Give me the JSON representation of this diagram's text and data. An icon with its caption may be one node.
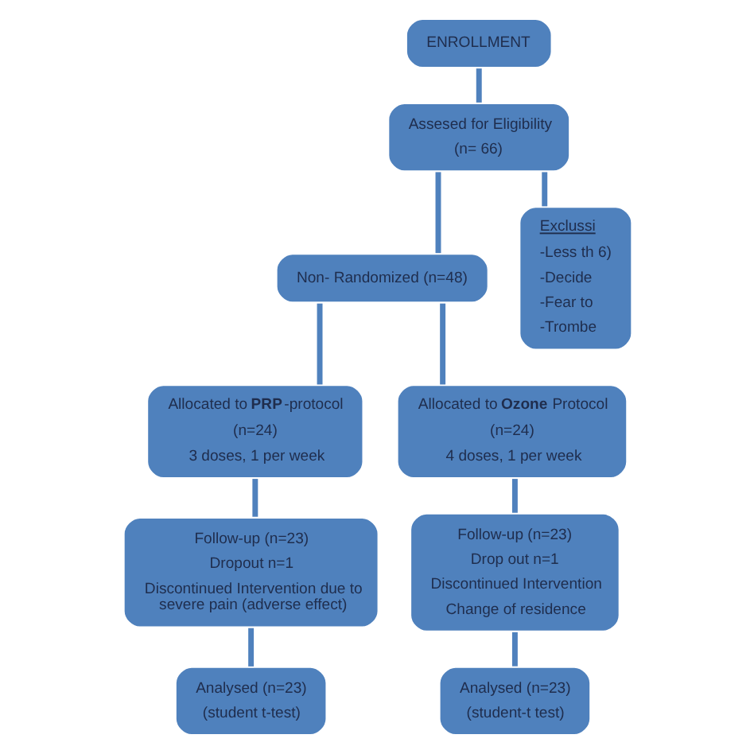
{
  "diagram": {
    "nodes": [
      {
        "text": [
          "ENROLLMENT"
        ]
      },
      {
        "text": [
          "Assesed for Eligibility",
          "(n= 66)"
        ]
      },
      {
        "text": [
          "Non- Randomized (n=48)"
        ]
      },
      {
        "text": [
          "Exclussi",
          "-Less th 6)",
          "-Decide",
          "-Fear to",
          "-Trombe"
        ]
      },
      {
        "text": [
          "Allocated to **PRP**-protocol",
          "(n=24)",
          "3 doses, 1 per week"
        ]
      },
      {
        "text": [
          "Allocated to **Ozone** Protocol",
          "(n=24)",
          "4 doses, 1 per week"
        ]
      },
      {
        "text": [
          "Follow-up (n=23)",
          "Dropout n=1",
          "Discontinued Intervention due to severe pain (adverse effect)"
        ]
      },
      {
        "text": [
          "Follow-up (n=23)",
          "Drop out n=1",
          "Discontinued Intervention",
          "Change of residence"
        ]
      },
      {
        "text": [
          "Analysed (n=23)",
          "(student t-test)"
        ]
      },
      {
        "text": [
          "Analysed (n=23)",
          "(student-t test)"
        ]
      }
    ],
    "edges": [
      {
        "from": 0,
        "to": 1,
        "arrow": "none"
      },
      {
        "from": 1,
        "to": 2,
        "arrow": "none"
      },
      {
        "from": 1,
        "to": 3,
        "arrow": "none"
      },
      {
        "from": 2,
        "to": 4,
        "arrow": "none"
      },
      {
        "from": 2,
        "to": 5,
        "arrow": "none"
      },
      {
        "from": 4,
        "to": 6,
        "arrow": "none"
      },
      {
        "from": 5,
        "to": 7,
        "arrow": "none"
      },
      {
        "from": 6,
        "to": 8,
        "arrow": "none"
      },
      {
        "from": 7,
        "to": 9,
        "arrow": "none"
      }
    ]
  }
}
